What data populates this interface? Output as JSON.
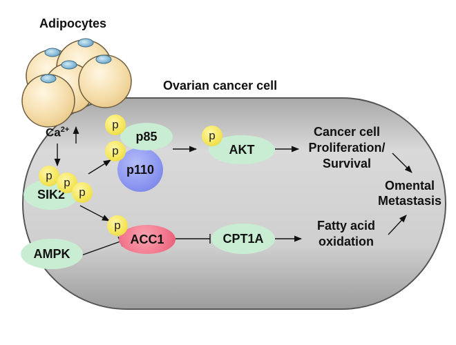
{
  "labels": {
    "adipocytes": "Adipocytes",
    "cell_title": "Ovarian cancer cell",
    "ca": "Ca",
    "ca_sup": "2+",
    "outcome1_line1": "Cancer cell",
    "outcome1_line2": "Proliferation/",
    "outcome1_line3": "Survival",
    "outcome2_line1": "Fatty acid",
    "outcome2_line2": "oxidation",
    "final_line1": "Omental",
    "final_line2": "Metastasis"
  },
  "nodes": {
    "sik2": "SIK2",
    "p85": "p85",
    "p110": "p110",
    "akt": "AKT",
    "acc1": "ACC1",
    "cpt1a": "CPT1A",
    "ampk": "AMPK"
  },
  "phospho": "p",
  "colors": {
    "green_node": "#c9edd3",
    "blue_node": "#8a95f0",
    "red_node": "#f2748a",
    "phospho": "#f5e65c",
    "cell_body": "#c8c8c8",
    "adipocyte": "#f6dfae"
  }
}
